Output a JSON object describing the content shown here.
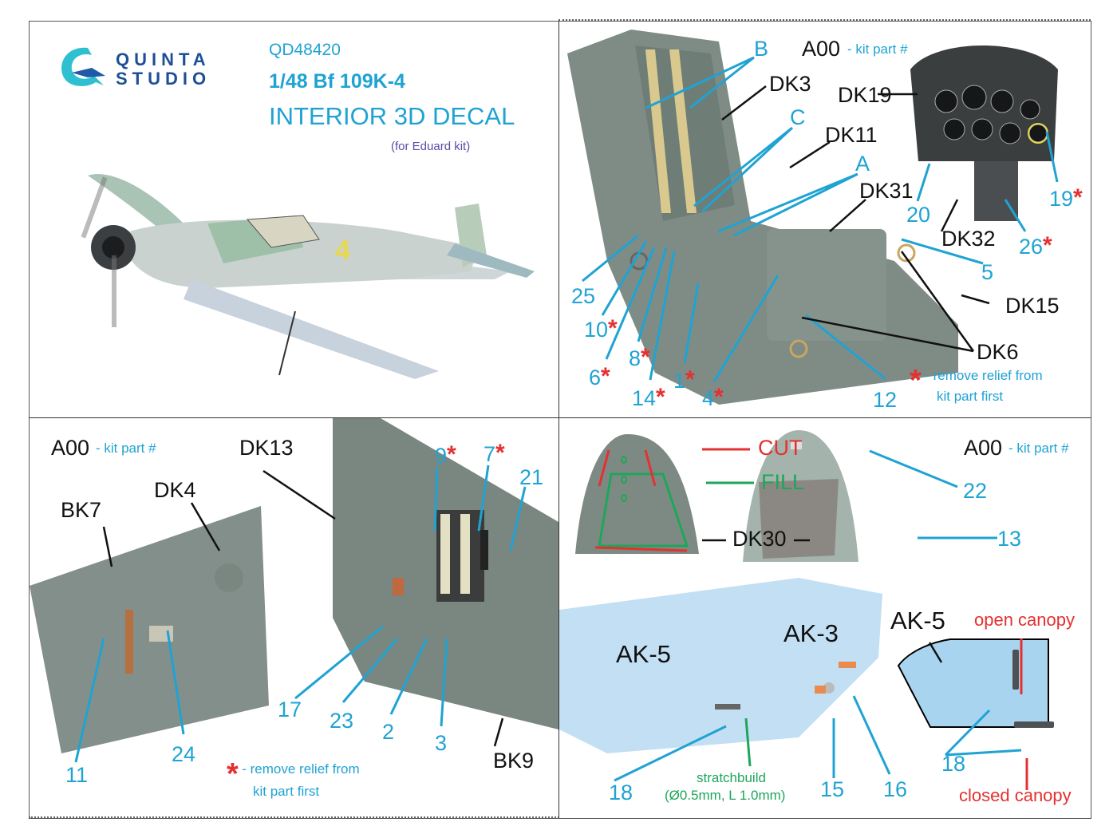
{
  "header": {
    "brand_line1": "QUINTA",
    "brand_line2": "STUDIO",
    "product_code": "QD48420",
    "scale_model": "1/48 Bf 109K-4",
    "product_type": "INTERIOR 3D DECAL",
    "kit_note": "(for Eduard kit)"
  },
  "legend": {
    "kit_part_code": "A00",
    "kit_part_text": "- kit part #",
    "asterisk": "*",
    "remove_relief_line1": "- remove relief from",
    "remove_relief_line2": "kit part first"
  },
  "panel_cockpit": {
    "letters": [
      "B",
      "C",
      "A"
    ],
    "kit_parts": [
      "DK3",
      "DK11",
      "DK31",
      "DK19",
      "DK32",
      "DK15",
      "DK6"
    ],
    "decals": [
      {
        "num": "25",
        "remove_relief": false
      },
      {
        "num": "10",
        "remove_relief": true
      },
      {
        "num": "6",
        "remove_relief": true
      },
      {
        "num": "8",
        "remove_relief": true
      },
      {
        "num": "14",
        "remove_relief": true
      },
      {
        "num": "1",
        "remove_relief": true
      },
      {
        "num": "4",
        "remove_relief": true
      },
      {
        "num": "12",
        "remove_relief": false
      },
      {
        "num": "5",
        "remove_relief": false
      },
      {
        "num": "20",
        "remove_relief": false
      },
      {
        "num": "19",
        "remove_relief": true
      },
      {
        "num": "26",
        "remove_relief": true
      }
    ]
  },
  "panel_sidewalls": {
    "kit_parts": [
      "BK7",
      "DK4",
      "DK13",
      "BK9"
    ],
    "decals": [
      {
        "num": "9",
        "remove_relief": true
      },
      {
        "num": "7",
        "remove_relief": true
      },
      {
        "num": "21",
        "remove_relief": false
      },
      {
        "num": "11",
        "remove_relief": false
      },
      {
        "num": "24",
        "remove_relief": false
      },
      {
        "num": "17",
        "remove_relief": false
      },
      {
        "num": "23",
        "remove_relief": false
      },
      {
        "num": "2",
        "remove_relief": false
      },
      {
        "num": "3",
        "remove_relief": false
      }
    ]
  },
  "panel_canopy": {
    "cut_label": "CUT",
    "fill_label": "FILL",
    "kit_parts": [
      "DK30",
      "AK-5",
      "AK-3",
      "AK-5"
    ],
    "decals": [
      "22",
      "13",
      "18",
      "15",
      "16",
      "18"
    ],
    "stretch_line1": "stratchbuild",
    "stretch_line2": "(Ø0.5mm, L 1.0mm)",
    "open_canopy": "open canopy",
    "closed_canopy": "closed canopy"
  },
  "colors": {
    "accent_blue": "#1fa3d3",
    "marker_red": "#e53030",
    "fill_green": "#1ea65a",
    "part_grey": "#7f8c86",
    "canopy_blue": "#bcdcf2"
  }
}
